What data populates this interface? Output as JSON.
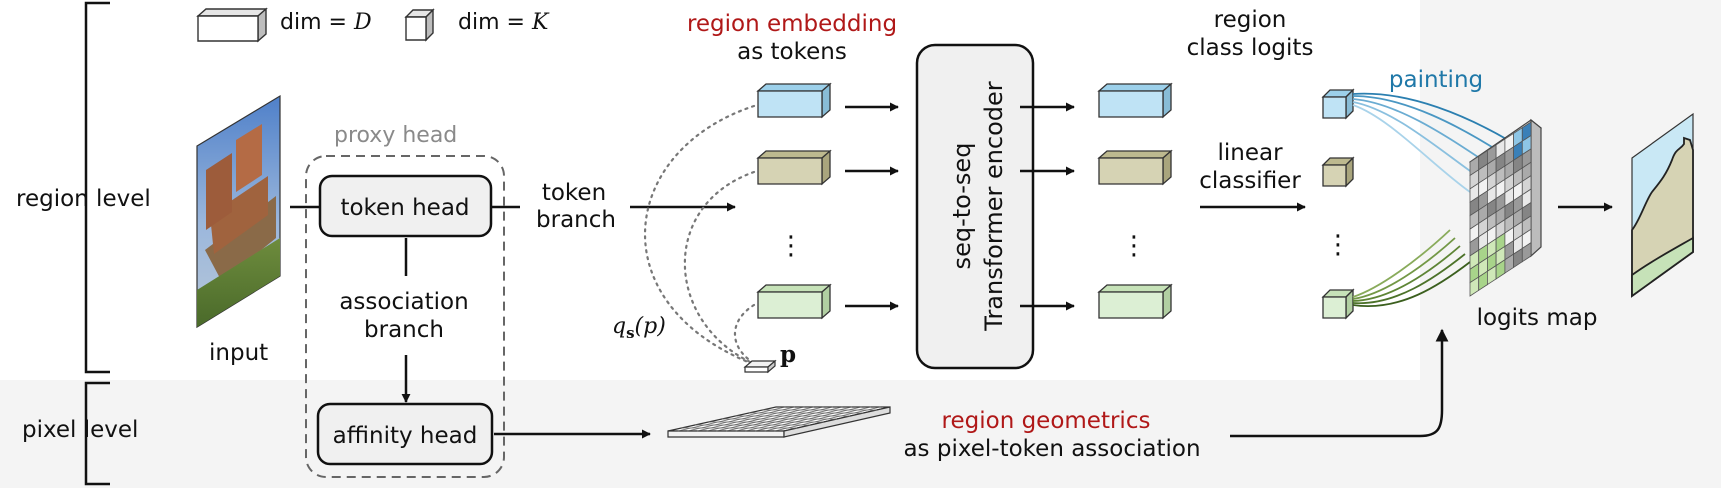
{
  "legend": {
    "dim_d_prefix": "dim = ",
    "dim_d_symbol": "D",
    "dim_k_prefix": "dim = ",
    "dim_k_symbol": "K"
  },
  "levels": {
    "region": "region level",
    "pixel": "pixel level"
  },
  "input_label": "input",
  "proxy_head": {
    "label": "proxy head",
    "token_head": "token head",
    "affinity_head": "affinity head",
    "association_branch_line1": "association",
    "association_branch_line2": "branch"
  },
  "token_branch": {
    "line1": "token",
    "line2": "branch"
  },
  "region_embedding": {
    "line1": "region embedding",
    "line2": "as tokens"
  },
  "encoder": {
    "line1": "seq-to-seq",
    "line2": "Transformer encoder"
  },
  "classifier": {
    "line1": "linear",
    "line2": "classifier"
  },
  "class_logits": {
    "line1": "region",
    "line2": "class logits"
  },
  "painting": "painting",
  "logits_map": "logits map",
  "region_geometrics": {
    "line1": "region geometrics",
    "line2": "as pixel-token association"
  },
  "query_label": "q",
  "query_subscript": "s",
  "query_arg": "(p)",
  "pixel_label": "p",
  "ellipsis": "⋮",
  "colors": {
    "token_blue": "#bfe3f5",
    "token_khaki": "#d6d3b4",
    "token_green": "#dcefd4",
    "accent_red": "#b01818",
    "accent_blue": "#1f78a8",
    "pixel_band": "#f4f4f4"
  }
}
